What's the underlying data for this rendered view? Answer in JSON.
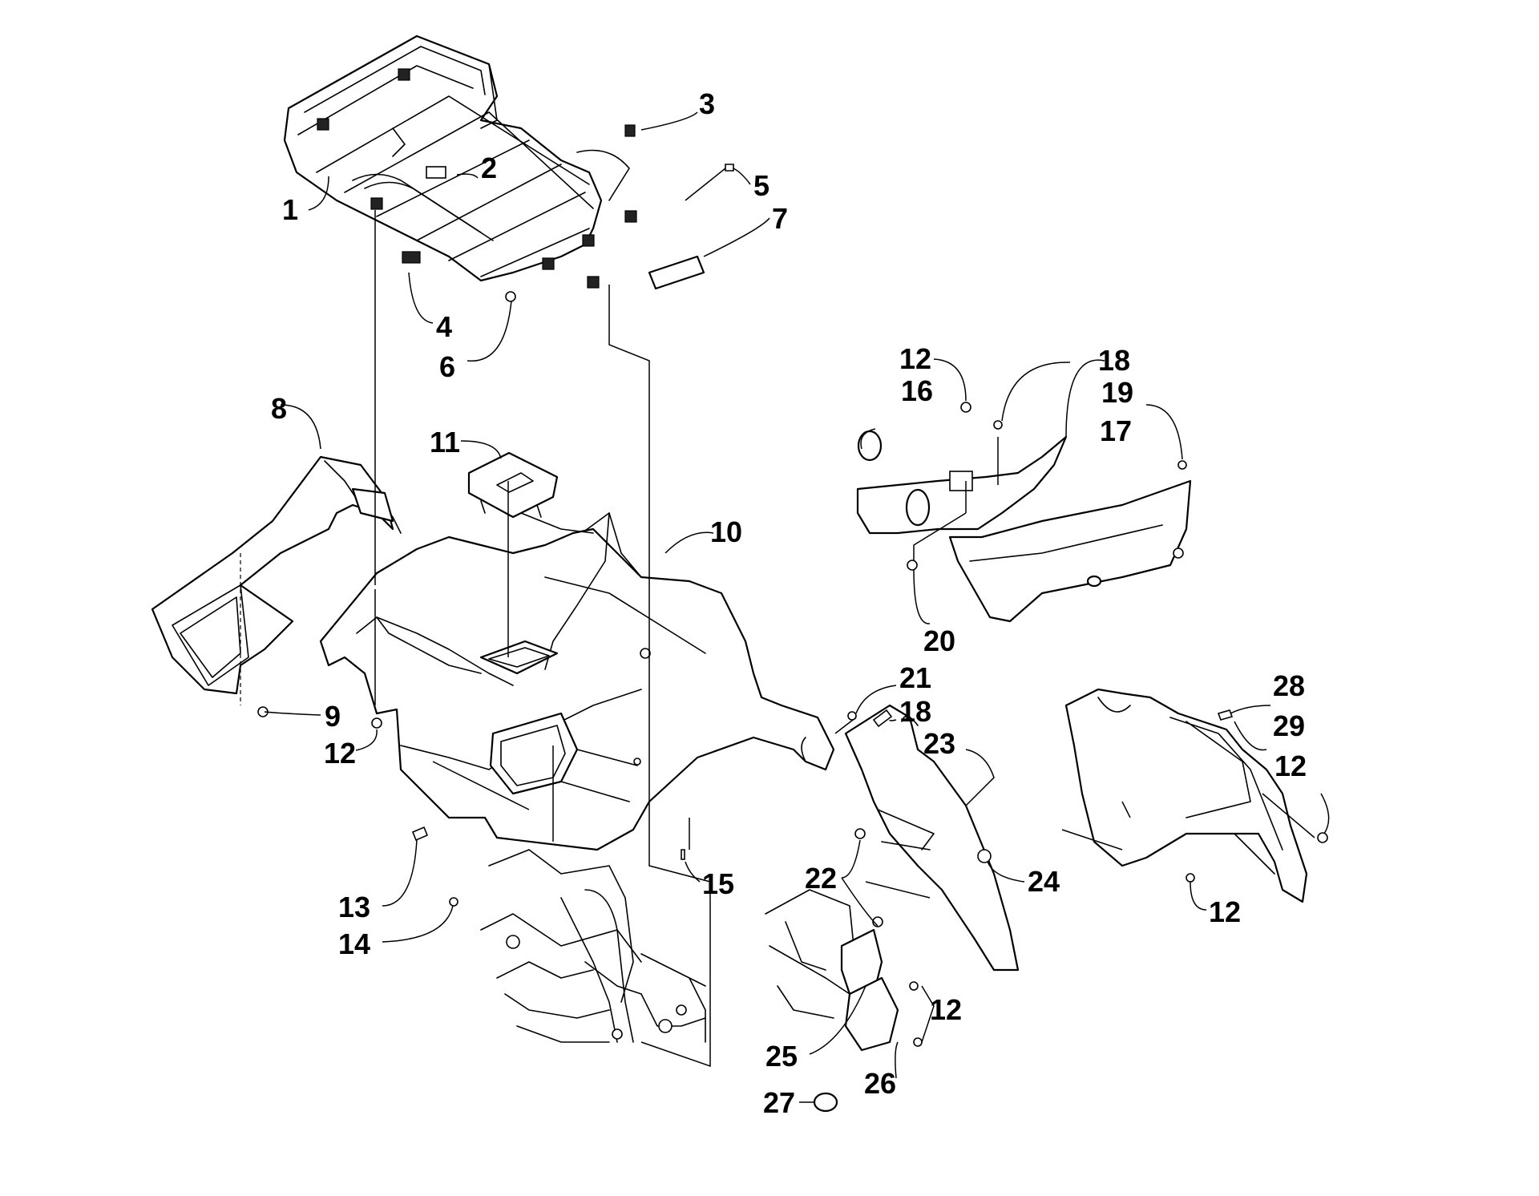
{
  "diagram": {
    "callouts": [
      {
        "id": "c1",
        "label": "1"
      },
      {
        "id": "c2",
        "label": "2"
      },
      {
        "id": "c3",
        "label": "3"
      },
      {
        "id": "c4",
        "label": "4"
      },
      {
        "id": "c5",
        "label": "5"
      },
      {
        "id": "c6",
        "label": "6"
      },
      {
        "id": "c7",
        "label": "7"
      },
      {
        "id": "c8",
        "label": "8"
      },
      {
        "id": "c9",
        "label": "9"
      },
      {
        "id": "c10",
        "label": "10"
      },
      {
        "id": "c11",
        "label": "11"
      },
      {
        "id": "c12a",
        "label": "12"
      },
      {
        "id": "c12b",
        "label": "12"
      },
      {
        "id": "c12c",
        "label": "12"
      },
      {
        "id": "c12d",
        "label": "12"
      },
      {
        "id": "c12e",
        "label": "12"
      },
      {
        "id": "c13",
        "label": "13"
      },
      {
        "id": "c14",
        "label": "14"
      },
      {
        "id": "c15",
        "label": "15"
      },
      {
        "id": "c16",
        "label": "16"
      },
      {
        "id": "c17",
        "label": "17"
      },
      {
        "id": "c18a",
        "label": "18"
      },
      {
        "id": "c18b",
        "label": "18"
      },
      {
        "id": "c19",
        "label": "19"
      },
      {
        "id": "c20",
        "label": "20"
      },
      {
        "id": "c21",
        "label": "21"
      },
      {
        "id": "c22",
        "label": "22"
      },
      {
        "id": "c23",
        "label": "23"
      },
      {
        "id": "c24",
        "label": "24"
      },
      {
        "id": "c25",
        "label": "25"
      },
      {
        "id": "c26",
        "label": "26"
      },
      {
        "id": "c27",
        "label": "27"
      },
      {
        "id": "c28",
        "label": "28"
      },
      {
        "id": "c29",
        "label": "29"
      }
    ]
  }
}
